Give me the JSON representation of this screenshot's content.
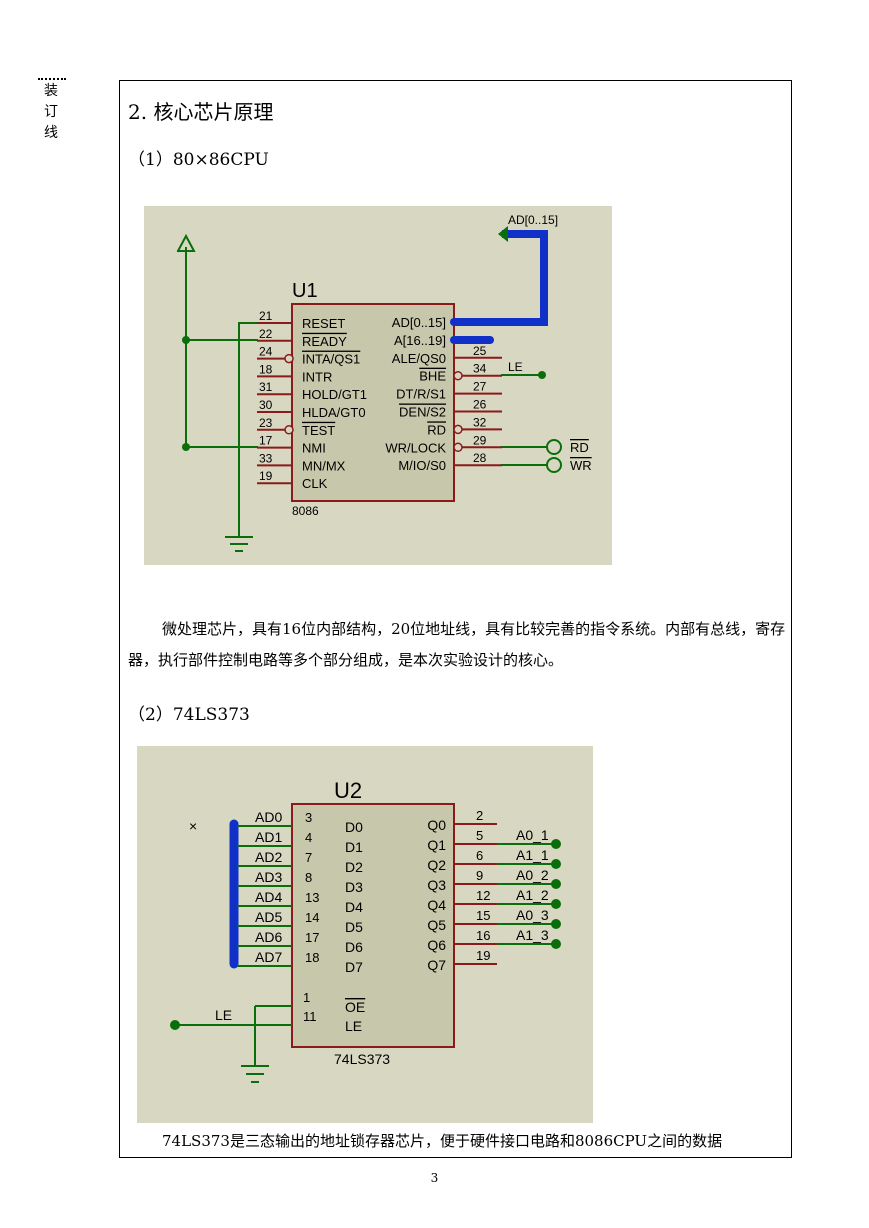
{
  "binding": [
    "装",
    "订",
    "线"
  ],
  "section_title": "2. 核心芯片原理",
  "sub1_title": "（1）80×86CPU",
  "u1": {
    "ref": "U1",
    "part": "8086",
    "bus_label": "AD[0..15]",
    "left_pins": [
      {
        "num": "21",
        "name": "RESET"
      },
      {
        "num": "22",
        "name": "READY"
      },
      {
        "num": "24",
        "name": "INTA/QS1"
      },
      {
        "num": "18",
        "name": "INTR"
      },
      {
        "num": "31",
        "name": "HOLD/GT1"
      },
      {
        "num": "30",
        "name": "HLDA/GT0"
      },
      {
        "num": "23",
        "name": "TEST"
      },
      {
        "num": "17",
        "name": "NMI"
      },
      {
        "num": "33",
        "name": "MN/MX"
      },
      {
        "num": "19",
        "name": "CLK"
      }
    ],
    "right_pins": [
      {
        "num": "",
        "name": "AD[0..15]"
      },
      {
        "num": "",
        "name": "A[16..19]"
      },
      {
        "num": "25",
        "name": "ALE/QS0"
      },
      {
        "num": "34",
        "name": "BHE"
      },
      {
        "num": "27",
        "name": "DT/R/S1"
      },
      {
        "num": "26",
        "name": "DEN/S2"
      },
      {
        "num": "32",
        "name": "RD"
      },
      {
        "num": "29",
        "name": "WR/LOCK"
      },
      {
        "num": "28",
        "name": "M/IO/S0"
      }
    ],
    "net_le": "LE",
    "net_rd": "RD",
    "net_wr": "WR"
  },
  "para1": "微处理芯片，具有16位内部结构，20位地址线，具有比较完善的指令系统。内部有总线，寄存器，执行部件控制电路等多个部分组成，是本次实验设计的核心。",
  "sub2_title": "（2）74LS373",
  "u2": {
    "ref": "U2",
    "part": "74LS373",
    "cross": "×",
    "inputs": [
      {
        "net": "AD0",
        "num": "3",
        "pin": "D0"
      },
      {
        "net": "AD1",
        "num": "4",
        "pin": "D1"
      },
      {
        "net": "AD2",
        "num": "7",
        "pin": "D2"
      },
      {
        "net": "AD3",
        "num": "8",
        "pin": "D3"
      },
      {
        "net": "AD4",
        "num": "13",
        "pin": "D4"
      },
      {
        "net": "AD5",
        "num": "14",
        "pin": "D5"
      },
      {
        "net": "AD6",
        "num": "17",
        "pin": "D6"
      },
      {
        "net": "AD7",
        "num": "18",
        "pin": "D7"
      }
    ],
    "outputs": [
      {
        "pin": "Q0",
        "num": "2",
        "net": ""
      },
      {
        "pin": "Q1",
        "num": "5",
        "net": "A0_1"
      },
      {
        "pin": "Q2",
        "num": "6",
        "net": "A1_1"
      },
      {
        "pin": "Q3",
        "num": "9",
        "net": "A0_2"
      },
      {
        "pin": "Q4",
        "num": "12",
        "net": "A1_2"
      },
      {
        "pin": "Q5",
        "num": "15",
        "net": "A0_3"
      },
      {
        "pin": "Q6",
        "num": "16",
        "net": "A1_3"
      },
      {
        "pin": "Q7",
        "num": "19",
        "net": ""
      }
    ],
    "oe": {
      "num": "1",
      "pin": "OE"
    },
    "le": {
      "num": "11",
      "pin": "LE"
    },
    "net_le": "LE"
  },
  "para2": "74LS373是三态输出的地址锁存器芯片，便于硬件接口电路和8086CPU之间的数据",
  "page_number": "3"
}
